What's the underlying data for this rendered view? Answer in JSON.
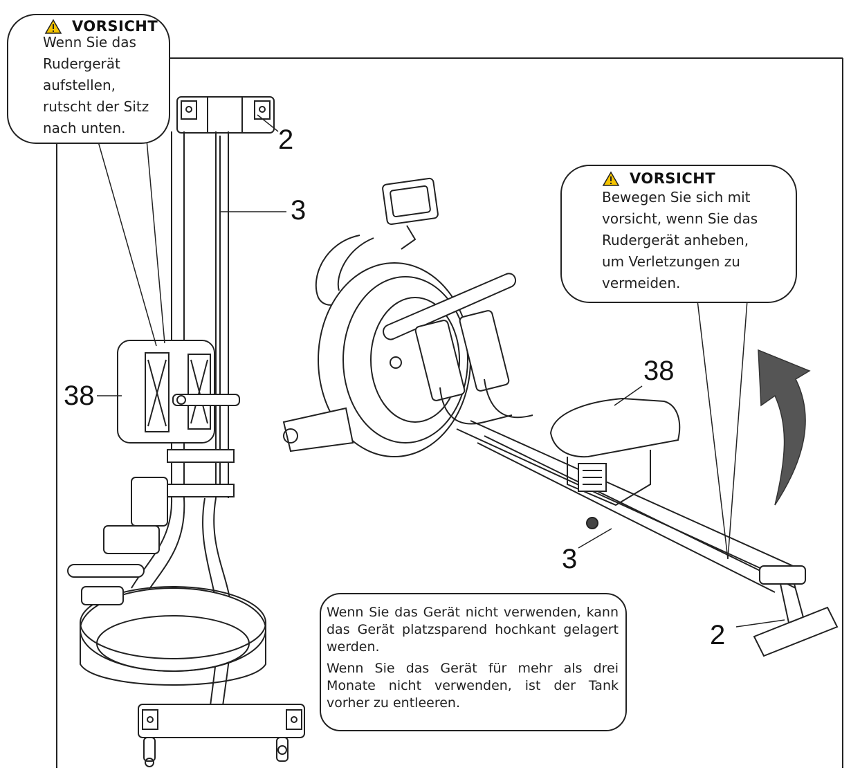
{
  "callouts": {
    "top_left_caution": {
      "heading": "VORSICHT",
      "lines": [
        "Wenn Sie das",
        "Rudergerät",
        "aufstellen,",
        "rutscht der Sitz",
        "nach unten."
      ]
    },
    "top_right_caution": {
      "heading": "VORSICHT",
      "lines": [
        "Bewegen Sie sich mit",
        "vorsicht, wenn Sie das",
        "Rudergerät anheben,",
        "um Verletzungen zu",
        "vermeiden."
      ]
    }
  },
  "info_box": {
    "paragraph_1": "Wenn Sie das Gerät nicht verwenden, kann das Gerät platzsparend hochkant gelagert werden.",
    "paragraph_2": "Wenn Sie das Gerät für mehr als drei Monate nicht verwenden, ist der Tank vorher zu entleeren."
  },
  "part_labels": {
    "upright_top": "2",
    "upright_rail": "3",
    "upright_seat": "38",
    "flat_seat": "38",
    "flat_rail": "3",
    "flat_foot": "2"
  },
  "icons": {
    "warning": "warning-triangle-icon",
    "lift_arrow": "curved-arrow-icon"
  },
  "colors": {
    "line": "#222222",
    "warning_fill": "#f5c400",
    "arrow_fill": "#555555"
  }
}
